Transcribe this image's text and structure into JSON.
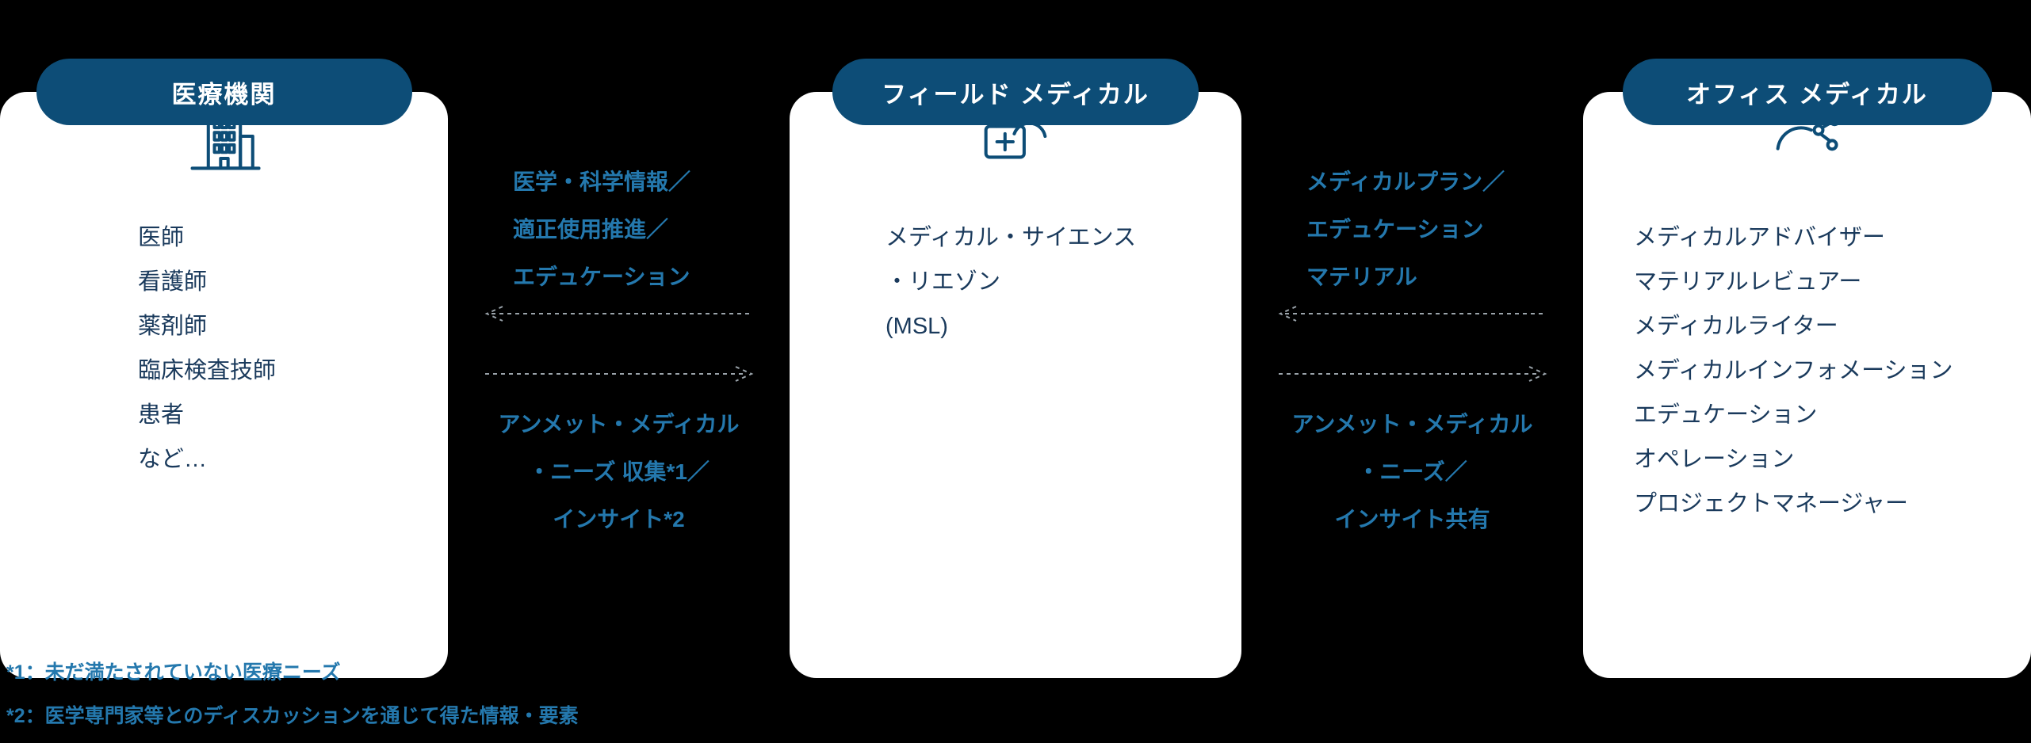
{
  "colors": {
    "background": "#000000",
    "card_background": "#ffffff",
    "header_pill": "#0d4d77",
    "header_text": "#ffffff",
    "card_text": "#1a3a5c",
    "arrow_label_text": "#2478ad",
    "footnote_text": "#2478ad",
    "arrow_line": "#9aa3aa",
    "icon_stroke": "#0d4d77"
  },
  "cards": [
    {
      "title": "医療機関",
      "icon": "hospital-icon",
      "items": [
        "医師",
        "看護師",
        "薬剤師",
        "臨床検査技師",
        "患者",
        "など…"
      ]
    },
    {
      "title": "フィールド メディカル",
      "icon": "field-medical-icon",
      "items": [
        "メディカル・サイエンス",
        "・リエゾン",
        "(MSL)"
      ]
    },
    {
      "title": "オフィス メディカル",
      "icon": "office-medical-icon",
      "items": [
        "メディカルアドバイザー",
        "マテリアルレビュアー",
        "メディカルライター",
        "メディカルインフォメーション",
        "エデュケーション",
        "オペレーション",
        "プロジェクトマネージャー"
      ]
    }
  ],
  "flows": [
    {
      "top_lines": [
        "医学・科学情報／",
        "適正使用推進／",
        "エデュケーション"
      ],
      "bottom_lines": [
        "アンメット・メディカル",
        "・ニーズ 収集*1／",
        "インサイト*2"
      ]
    },
    {
      "top_lines": [
        "メディカルプラン／",
        "エデュケーション",
        "マテリアル"
      ],
      "bottom_lines": [
        "アンメット・メディカル",
        "・ニーズ／",
        "インサイト共有"
      ]
    }
  ],
  "footnotes": [
    "*1：未だ満たされていない医療ニーズ",
    "*2：医学専門家等とのディスカッションを通じて得た情報・要素"
  ]
}
